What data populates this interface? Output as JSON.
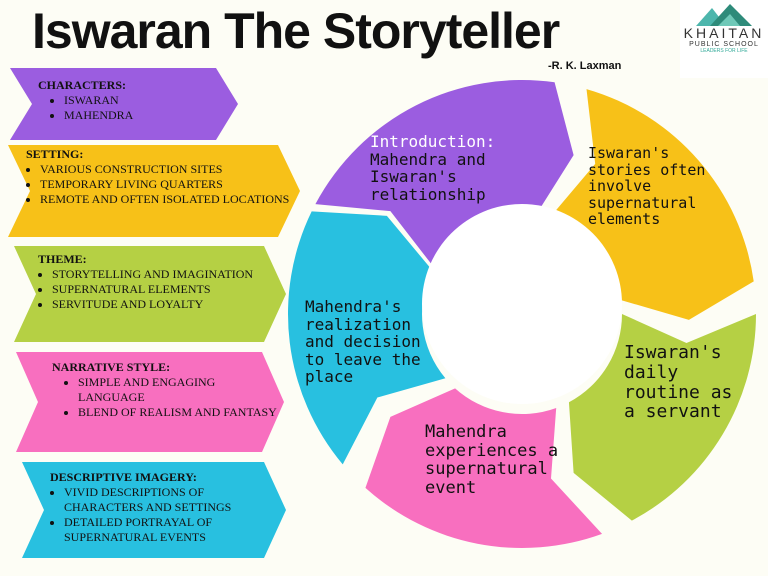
{
  "title": "Iswaran The Storyteller",
  "author": "-R. K. Laxman",
  "logo": {
    "name": "KHAITAN",
    "sub": "PUBLIC SCHOOL",
    "tagline": "LEADERS FOR LIFE"
  },
  "panels": [
    {
      "heading": "CHARACTERS:",
      "items": [
        "ISWARAN",
        "MAHENDRA"
      ],
      "color": "#9b5de0"
    },
    {
      "heading": "SETTING:",
      "items": [
        "VARIOUS CONSTRUCTION SITES",
        "TEMPORARY LIVING QUARTERS",
        "REMOTE AND OFTEN ISOLATED LOCATIONS"
      ],
      "color": "#f7c118"
    },
    {
      "heading": "THEME:",
      "items": [
        "STORYTELLING AND IMAGINATION",
        "SUPERNATURAL ELEMENTS",
        "SERVITUDE AND LOYALTY"
      ],
      "color": "#b5d044"
    },
    {
      "heading": "NARRATIVE STYLE:",
      "items": [
        "SIMPLE AND ENGAGING LANGUAGE",
        "BLEND OF REALISM AND FANTASY"
      ],
      "color": "#f86fbf"
    },
    {
      "heading": "DESCRIPTIVE IMAGERY:",
      "items": [
        "VIVID DESCRIPTIONS OF CHARACTERS AND SETTINGS",
        "DETAILED PORTRAYAL OF SUPERNATURAL EVENTS"
      ],
      "color": "#28c0e0"
    }
  ],
  "cycle": [
    {
      "label": "Introduction:",
      "text": "Mahendra and Iswaran's relationship",
      "color": "#9b5de0"
    },
    {
      "text": "Iswaran's stories often involve supernatural elements",
      "color": "#f7c118"
    },
    {
      "text": "Iswaran's daily routine as a servant",
      "color": "#b5d044"
    },
    {
      "text": "Mahendra experiences a supernatural event",
      "color": "#f86fbf"
    },
    {
      "text": "Mahendra's realization and decision to leave the place",
      "color": "#28c0e0"
    }
  ]
}
